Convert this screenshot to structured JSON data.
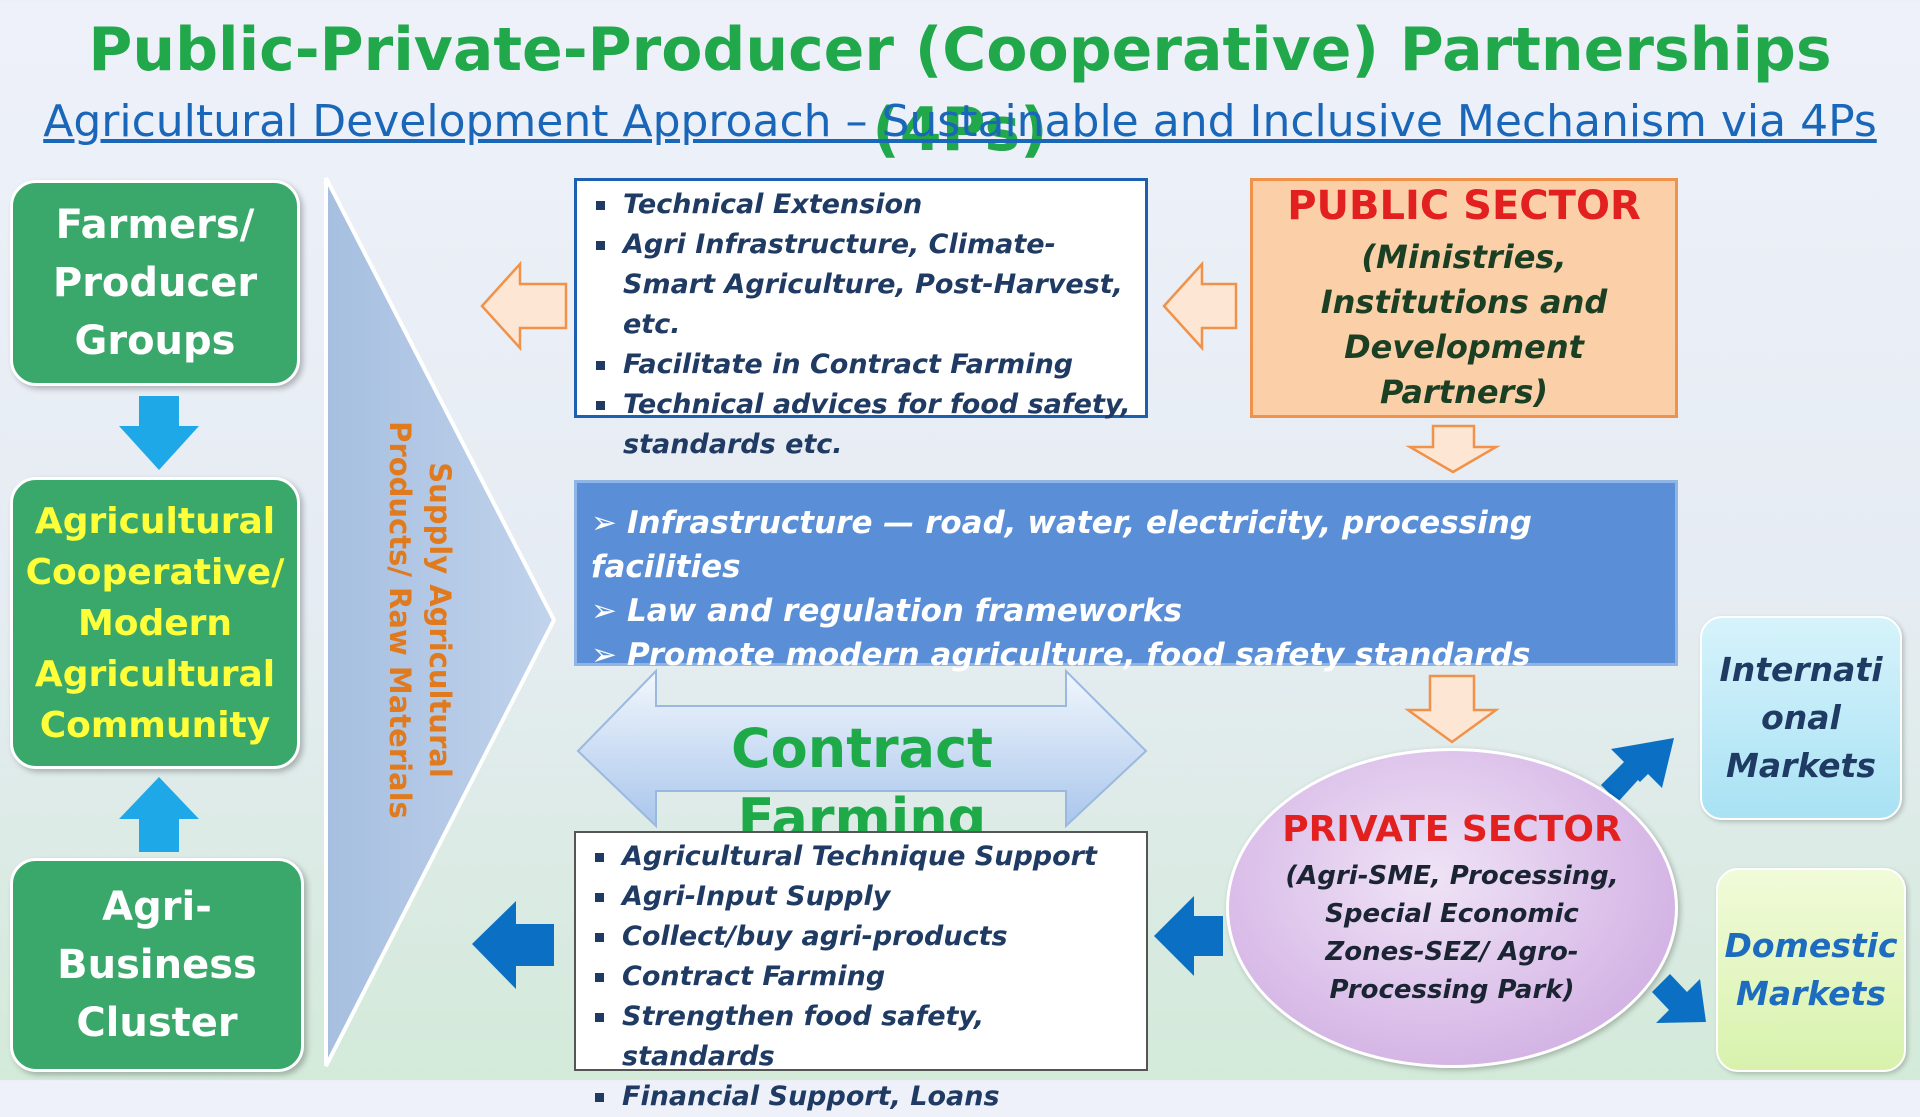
{
  "title": "Public-Private-Producer (Cooperative) Partnerships (4Ps)",
  "subtitle": "Agricultural Development Approach – Sustainable and Inclusive Mechanism via 4Ps",
  "left_column": {
    "farmers": "Farmers/ Producer Groups",
    "cooperative": "Agricultural Cooperative/ Modern Agricultural Community",
    "cluster": "Agri-Business Cluster"
  },
  "supply_label": {
    "line1": "Supply Agricultural",
    "line2": "Products/ Raw Materials"
  },
  "public_support": {
    "items": [
      "Technical Extension",
      "Agri Infrastructure, Climate-Smart Agriculture, Post-Harvest, etc.",
      "Facilitate in Contract Farming",
      "Technical advices for food safety, standards etc."
    ]
  },
  "public_sector": {
    "title": "PUBLIC SECTOR",
    "subtitle": "(Ministries, Institutions and Development Partners)"
  },
  "policy": {
    "items": [
      "Infrastructure — road, water, electricity, processing facilities",
      "Law and regulation frameworks",
      "Promote modern agriculture, food safety standards"
    ]
  },
  "contract_farming": "Contract Farming",
  "private_support": {
    "items": [
      "Agricultural Technique Support",
      "Agri-Input Supply",
      "Collect/buy agri-products",
      "Contract Farming",
      "Strengthen food safety, standards",
      "Financial Support, Loans"
    ]
  },
  "private_sector": {
    "title": "PRIVATE SECTOR",
    "subtitle": "(Agri-SME, Processing, Special Economic Zones-SEZ/ Agro-Processing Park)"
  },
  "markets": {
    "international": "Internati onal Markets",
    "domestic": "Domestic Markets"
  },
  "colors": {
    "title_green": "#20a84a",
    "subtitle_blue": "#1a66b8",
    "group_green": "#3aa86b",
    "public_orange": "#fbcfa8",
    "policy_blue": "#5a8ed6",
    "arrow_blue": "#0b6fc4",
    "arrow_cyan": "#1fa8e8",
    "sector_red": "#e32020"
  }
}
